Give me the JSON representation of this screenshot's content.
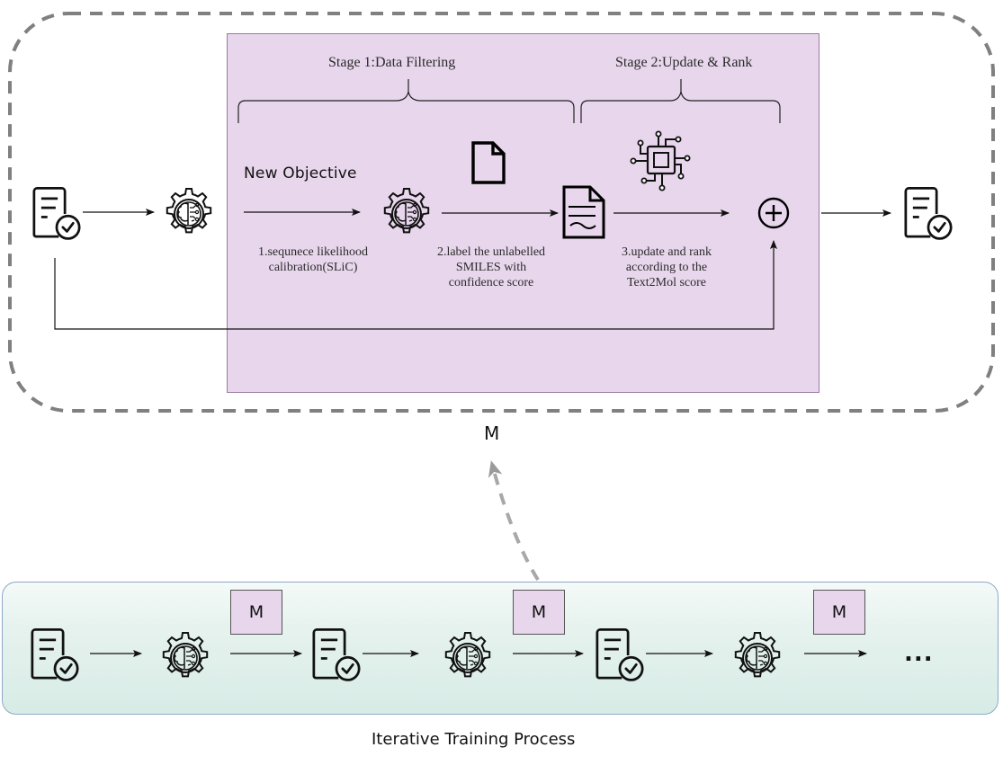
{
  "diagram": {
    "stages": [
      {
        "label": "Stage 1:Data Filtering"
      },
      {
        "label": "Stage 2:Update & Rank"
      }
    ],
    "objective_label": "New Objective",
    "steps": [
      {
        "lines": [
          "1.sequnece likelihood",
          "calibration(SLiC)"
        ]
      },
      {
        "lines": [
          "2.label the  unlabelled",
          "SMILES with",
          "confidence score"
        ]
      },
      {
        "lines": [
          "3.update and rank",
          "according to the",
          "Text2Mol score"
        ]
      }
    ],
    "model_label": "M",
    "iteration_boxes": [
      {
        "label": "M"
      },
      {
        "label": "M"
      },
      {
        "label": "M"
      }
    ],
    "ellipsis": "...",
    "caption": "Iterative Training Process",
    "icons": {
      "dataset": "document-check-icon",
      "model": "brain-gear-icon",
      "blank_doc": "blank-document-icon",
      "text_doc": "text-document-icon",
      "chip": "processor-chip-icon",
      "combine": "plus-circle-icon"
    },
    "colors": {
      "stage_panel": "#e8d6ec",
      "stage_panel_border": "#9a7aa3",
      "dashed_border": "#808080",
      "bottom_panel_top": "#f4faf8",
      "bottom_panel_bottom": "#d7ece6",
      "bottom_panel_border": "#8ea9c7",
      "model_box": "#e8d6ec"
    }
  }
}
